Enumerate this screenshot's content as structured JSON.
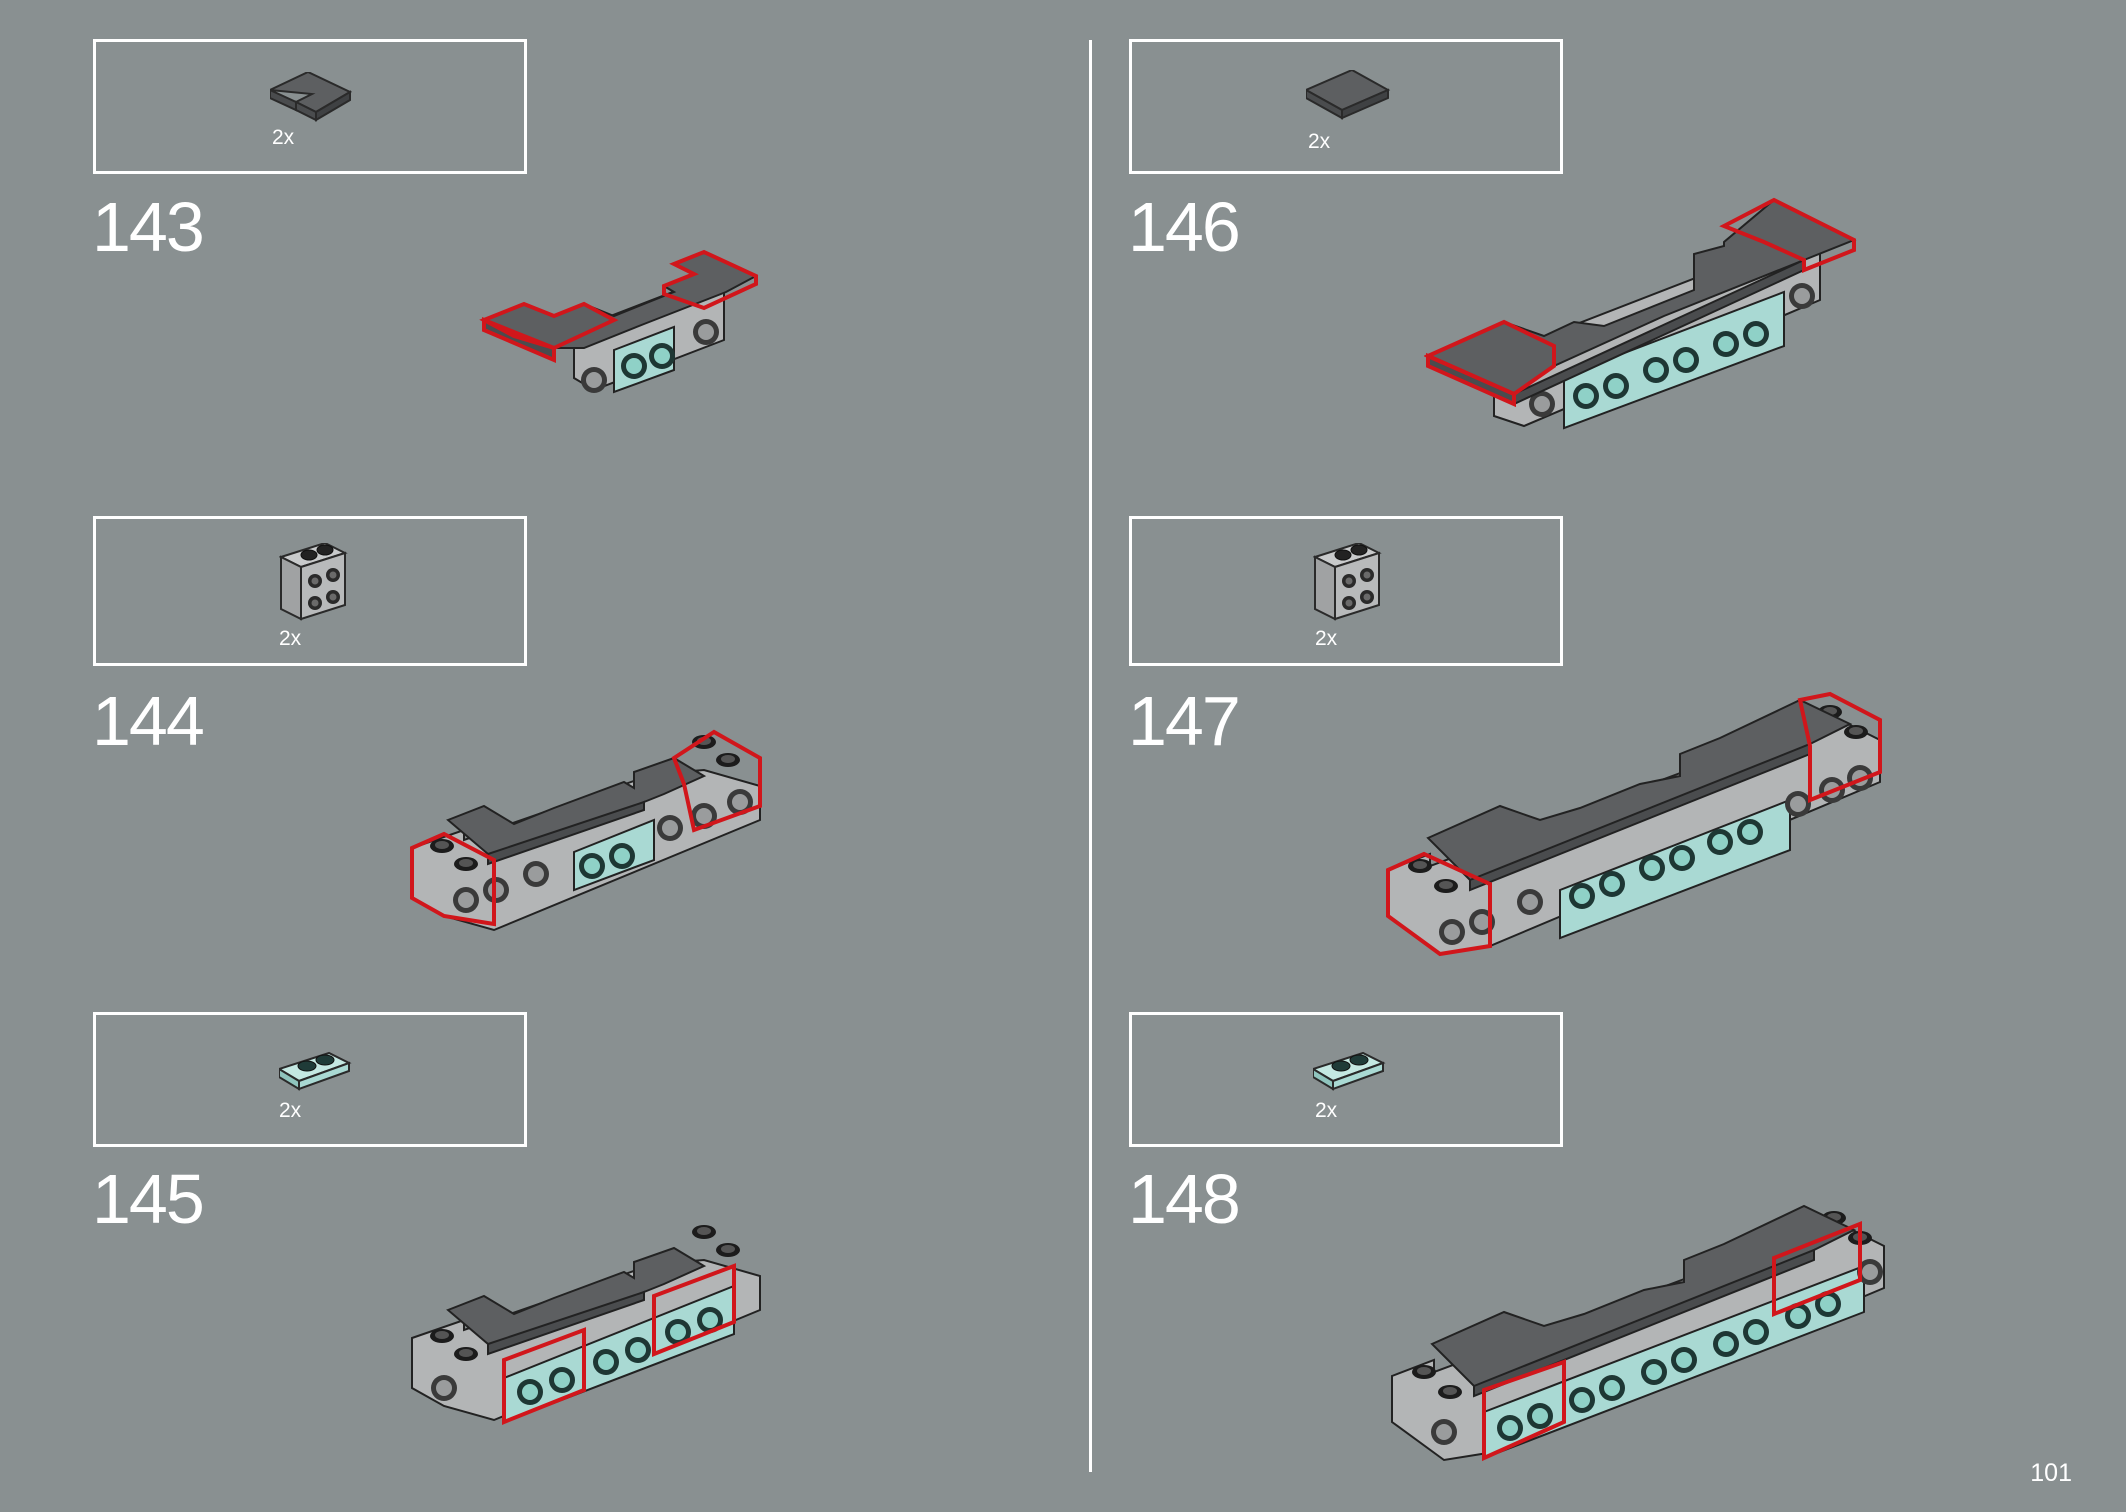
{
  "steps": [
    {
      "number": "143",
      "quantity": "2x",
      "part_icon": "dark-gray-corner-tile-icon"
    },
    {
      "number": "144",
      "quantity": "2x",
      "part_icon": "light-gray-bracket-brick-icon"
    },
    {
      "number": "145",
      "quantity": "2x",
      "part_icon": "trans-clear-1x2-plate-icon"
    },
    {
      "number": "146",
      "quantity": "2x",
      "part_icon": "dark-gray-2x2-tile-icon"
    },
    {
      "number": "147",
      "quantity": "2x",
      "part_icon": "light-gray-bracket-brick-icon"
    },
    {
      "number": "148",
      "quantity": "2x",
      "part_icon": "trans-clear-1x2-plate-icon"
    }
  ],
  "page_number": "101",
  "colors": {
    "background": "#899091",
    "highlight": "#d1161b",
    "dark_gray": "#5d5f61",
    "light_gray": "#b3b5b6",
    "trans_clear": "#a9d9d3"
  }
}
